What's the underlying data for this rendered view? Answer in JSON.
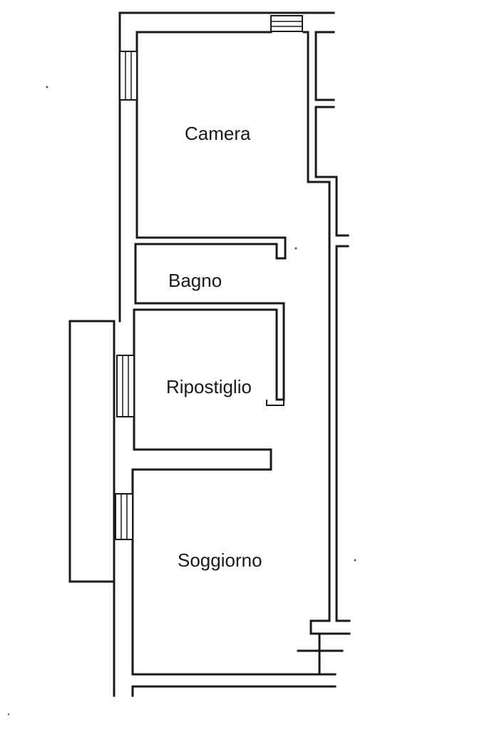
{
  "rooms": {
    "camera": "Camera",
    "bagno": "Bagno",
    "ripostiglio": "Ripostiglio",
    "soggiorno": "Soggiorno"
  },
  "colors": {
    "ink": "#1a1a1a",
    "paper": "#ffffff"
  }
}
